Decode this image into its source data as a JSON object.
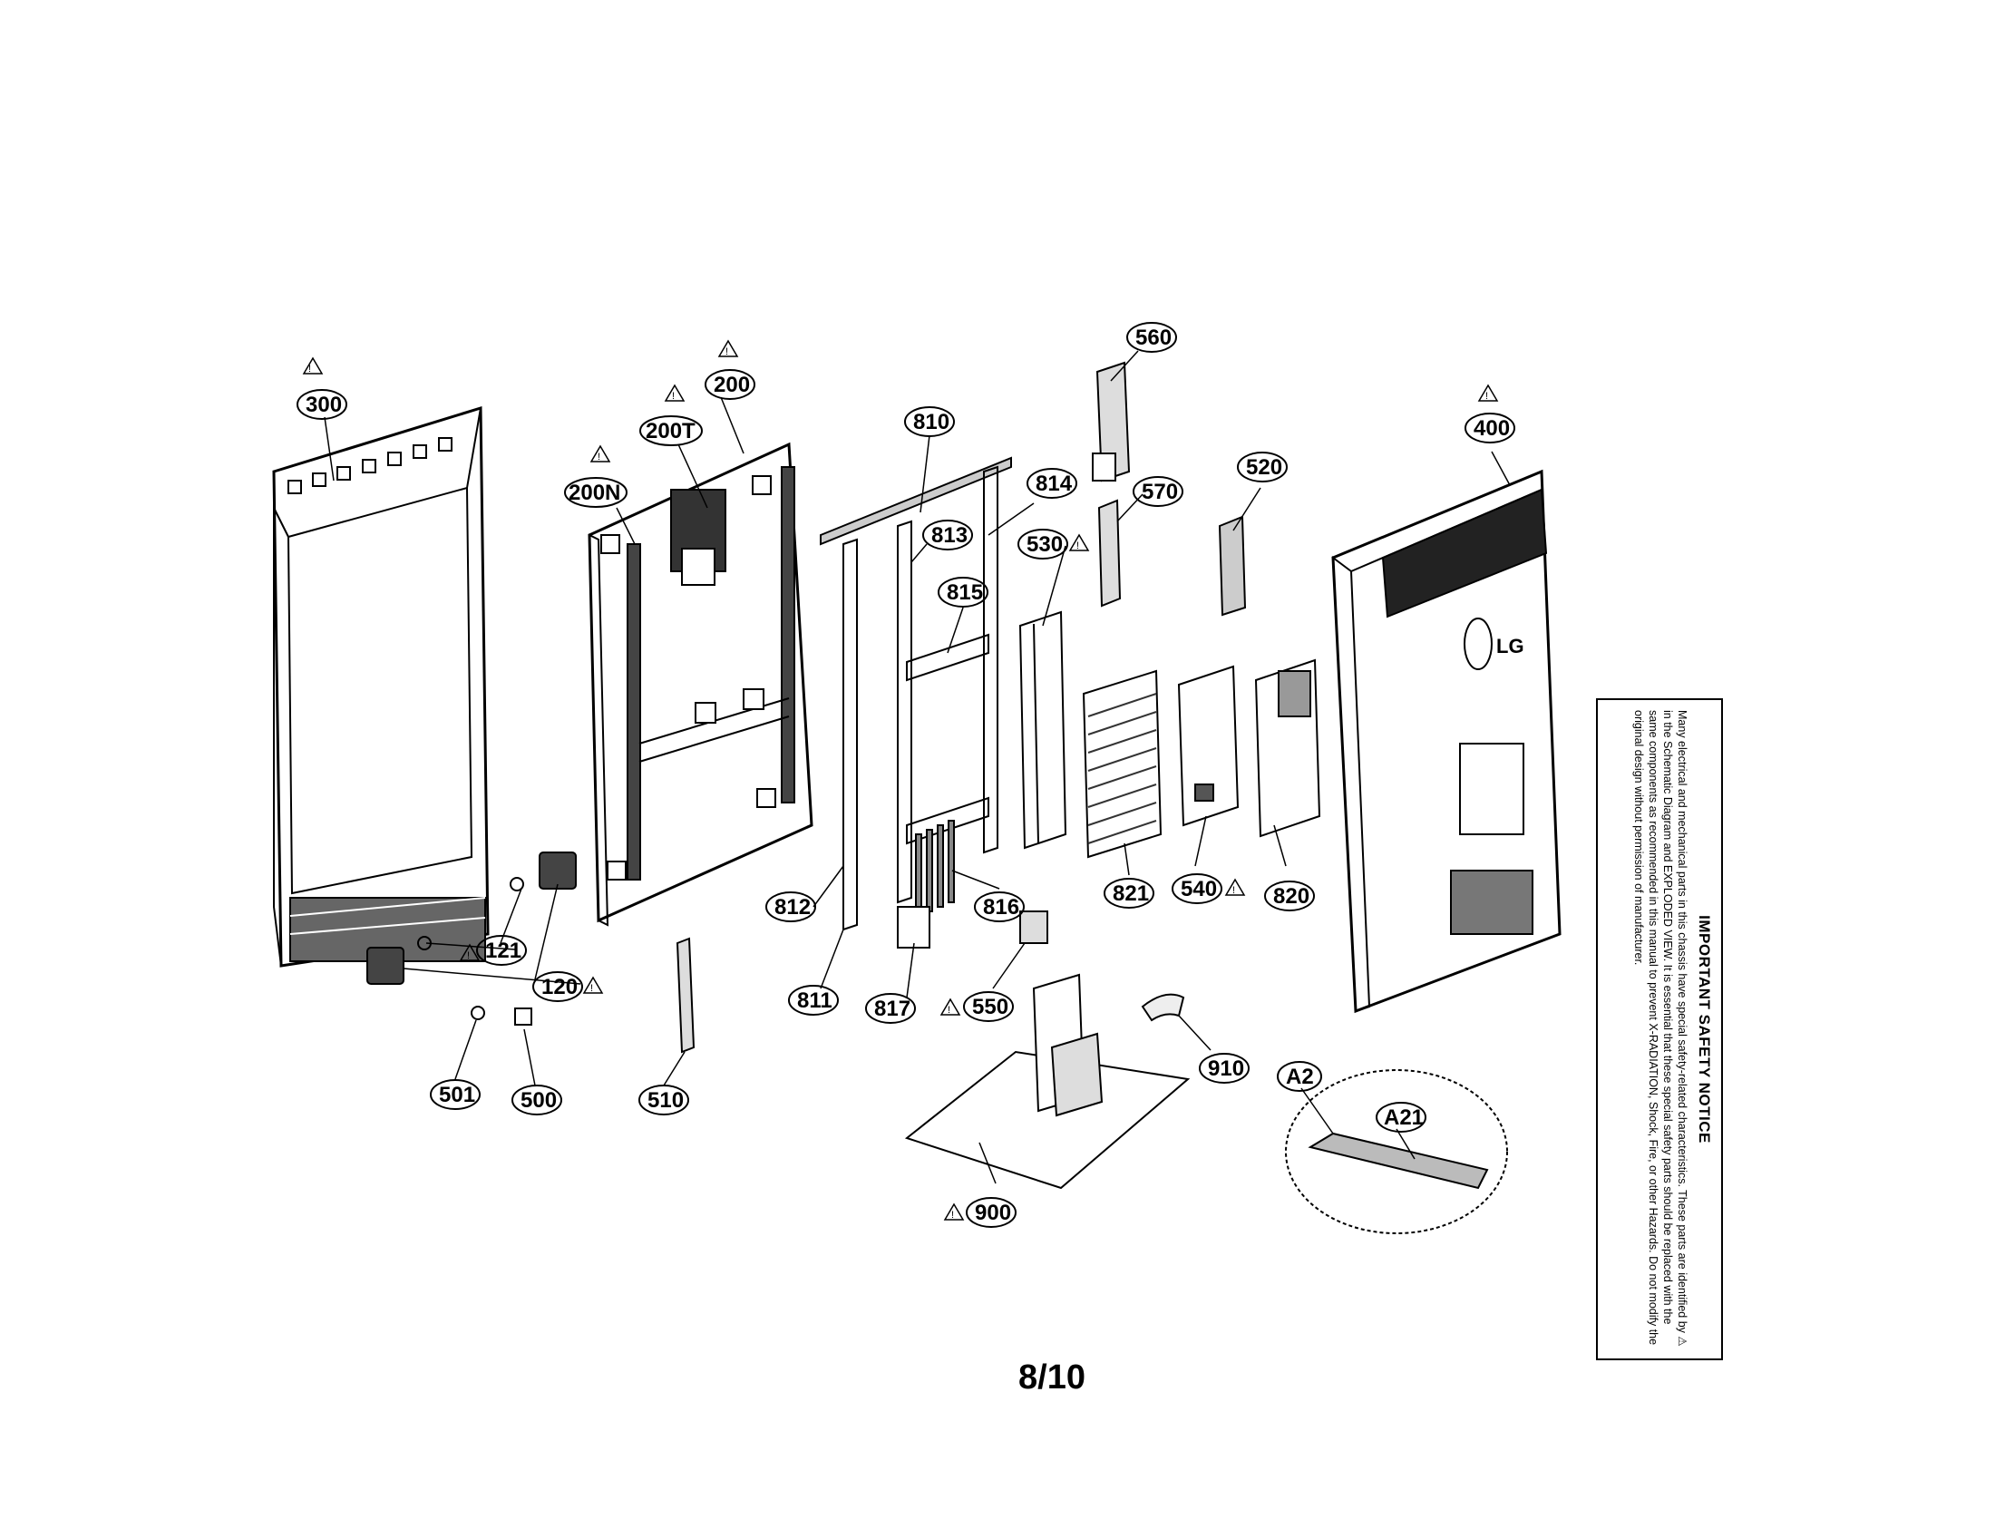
{
  "labels": [
    {
      "id": "300",
      "text": "300",
      "warning": true
    },
    {
      "id": "200",
      "text": "200",
      "warning": true
    },
    {
      "id": "200T",
      "text": "200T",
      "warning": true
    },
    {
      "id": "200N",
      "text": "200N",
      "warning": true
    },
    {
      "id": "810",
      "text": "810",
      "warning": false
    },
    {
      "id": "813",
      "text": "813",
      "warning": false
    },
    {
      "id": "814",
      "text": "814",
      "warning": false
    },
    {
      "id": "815",
      "text": "815",
      "warning": false
    },
    {
      "id": "812",
      "text": "812",
      "warning": false
    },
    {
      "id": "811",
      "text": "811",
      "warning": false
    },
    {
      "id": "816",
      "text": "816",
      "warning": false
    },
    {
      "id": "817",
      "text": "817",
      "warning": false
    },
    {
      "id": "560",
      "text": "560",
      "warning": false
    },
    {
      "id": "570",
      "text": "570",
      "warning": false
    },
    {
      "id": "530",
      "text": "530",
      "warning": true
    },
    {
      "id": "520",
      "text": "520",
      "warning": false
    },
    {
      "id": "400",
      "text": "400",
      "warning": true
    },
    {
      "id": "821",
      "text": "821",
      "warning": false
    },
    {
      "id": "540",
      "text": "540",
      "warning": true
    },
    {
      "id": "820",
      "text": "820",
      "warning": false
    },
    {
      "id": "121",
      "text": "121",
      "warning": true
    },
    {
      "id": "120",
      "text": "120",
      "warning": true
    },
    {
      "id": "501",
      "text": "501",
      "warning": false
    },
    {
      "id": "500",
      "text": "500",
      "warning": false
    },
    {
      "id": "510",
      "text": "510",
      "warning": false
    },
    {
      "id": "550",
      "text": "550",
      "warning": true
    },
    {
      "id": "910",
      "text": "910",
      "warning": false
    },
    {
      "id": "900",
      "text": "900",
      "warning": true
    },
    {
      "id": "A2",
      "text": "A2",
      "warning": false
    },
    {
      "id": "A21",
      "text": "A21",
      "warning": false
    }
  ],
  "logo_text": "LG",
  "page_number": "8/10",
  "notice": {
    "title": "IMPORTANT SAFETY NOTICE",
    "body": "Many electrical and mechanical parts in this chassis have special safety-related characteristics. These parts are identified by ⚠ in the Schematic Diagram and EXPLODED VIEW. It is essential that these special safety parts should be replaced with the same components as recommended in this manual to prevent X-RADIATION, Shock, Fire, or other Hazards. Do not modify the original design without permission of manufacturer."
  }
}
